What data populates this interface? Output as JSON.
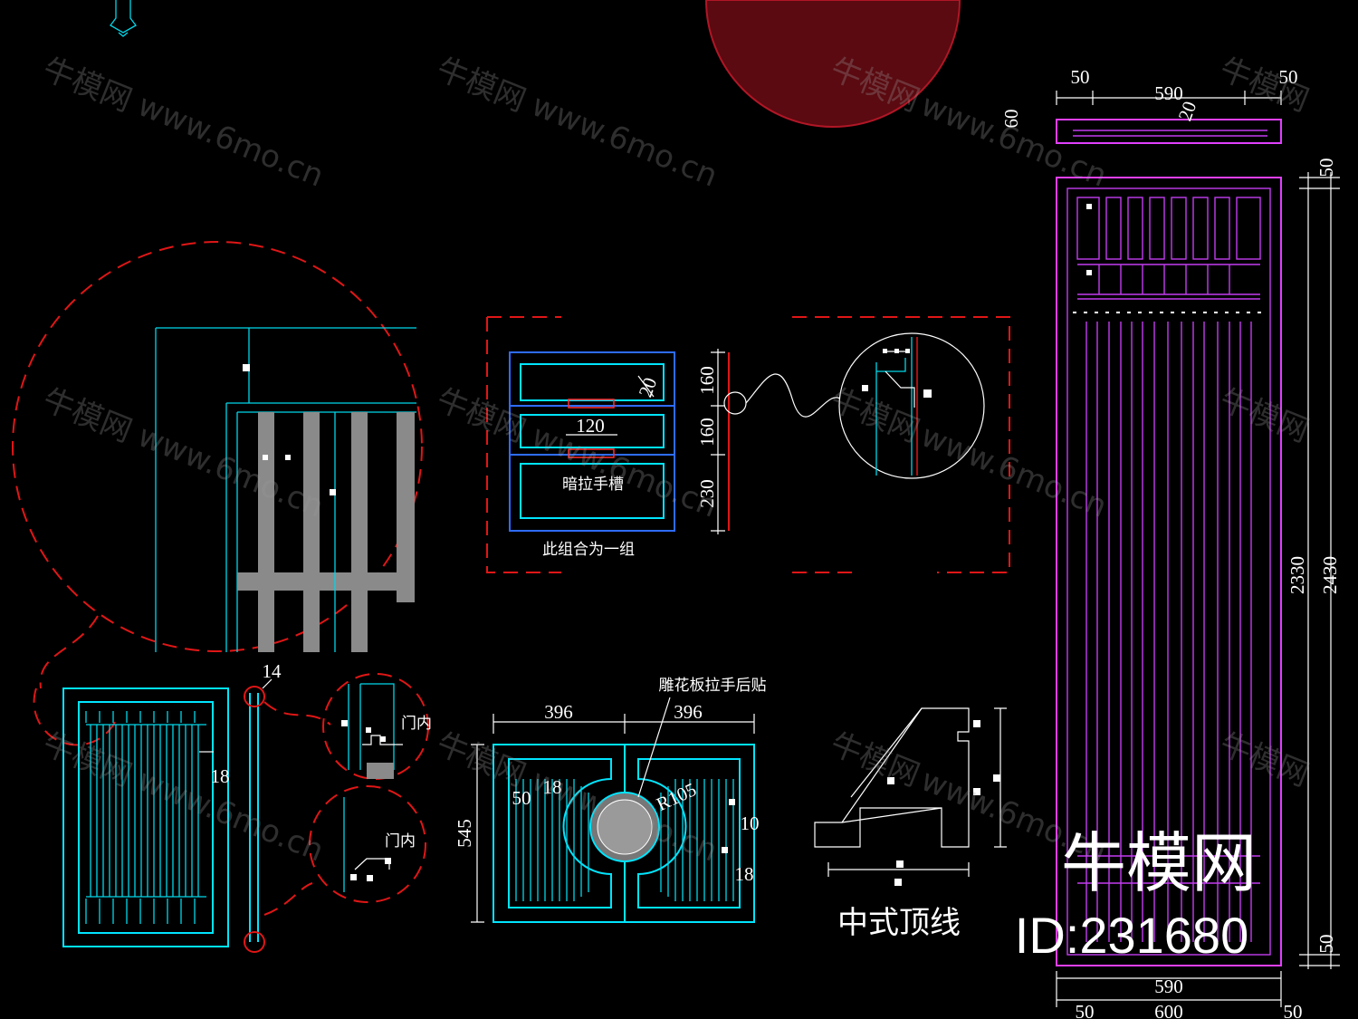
{
  "drawing": {
    "dims": {
      "top_left_50": "50",
      "top_590": "590",
      "top_right_50": "50",
      "top_60": "60",
      "top_20": "20",
      "side_top_50": "50",
      "side_2330": "2330",
      "side_2430": "2430",
      "side_bottom_50": "50",
      "bottom_590": "590",
      "bottom_600": "600",
      "bottom_left_50": "50",
      "bottom_right_50": "50",
      "drawer_160_a": "160",
      "drawer_160_b": "160",
      "drawer_230": "230",
      "drawer_20": "20",
      "drawer_120": "120",
      "door_14": "14",
      "door_18": "18",
      "cab_396_left": "396",
      "cab_396_right": "396",
      "cab_545": "545",
      "cab_50": "50",
      "cab_18": "18",
      "cab_R105": "R105",
      "cab_10": "10",
      "cab_18b": "18"
    },
    "labels": {
      "handle_groove": "暗拉手槽",
      "group_note": "此组合为一组",
      "door_inner_1": "门内",
      "door_inner_2": "门内",
      "carved_panel_note": "雕花板拉手后贴",
      "cornice_title": "中式顶线"
    },
    "watermark": {
      "brand": "牛模网",
      "url": "www.6mo.cn",
      "big_brand": "牛模网",
      "id_text": "ID:231680"
    },
    "colors": {
      "background": "#000000",
      "cyan": "#00e5ff",
      "magenta": "#e040ff",
      "red": "#e01616",
      "blue": "#2e6cff"
    }
  }
}
